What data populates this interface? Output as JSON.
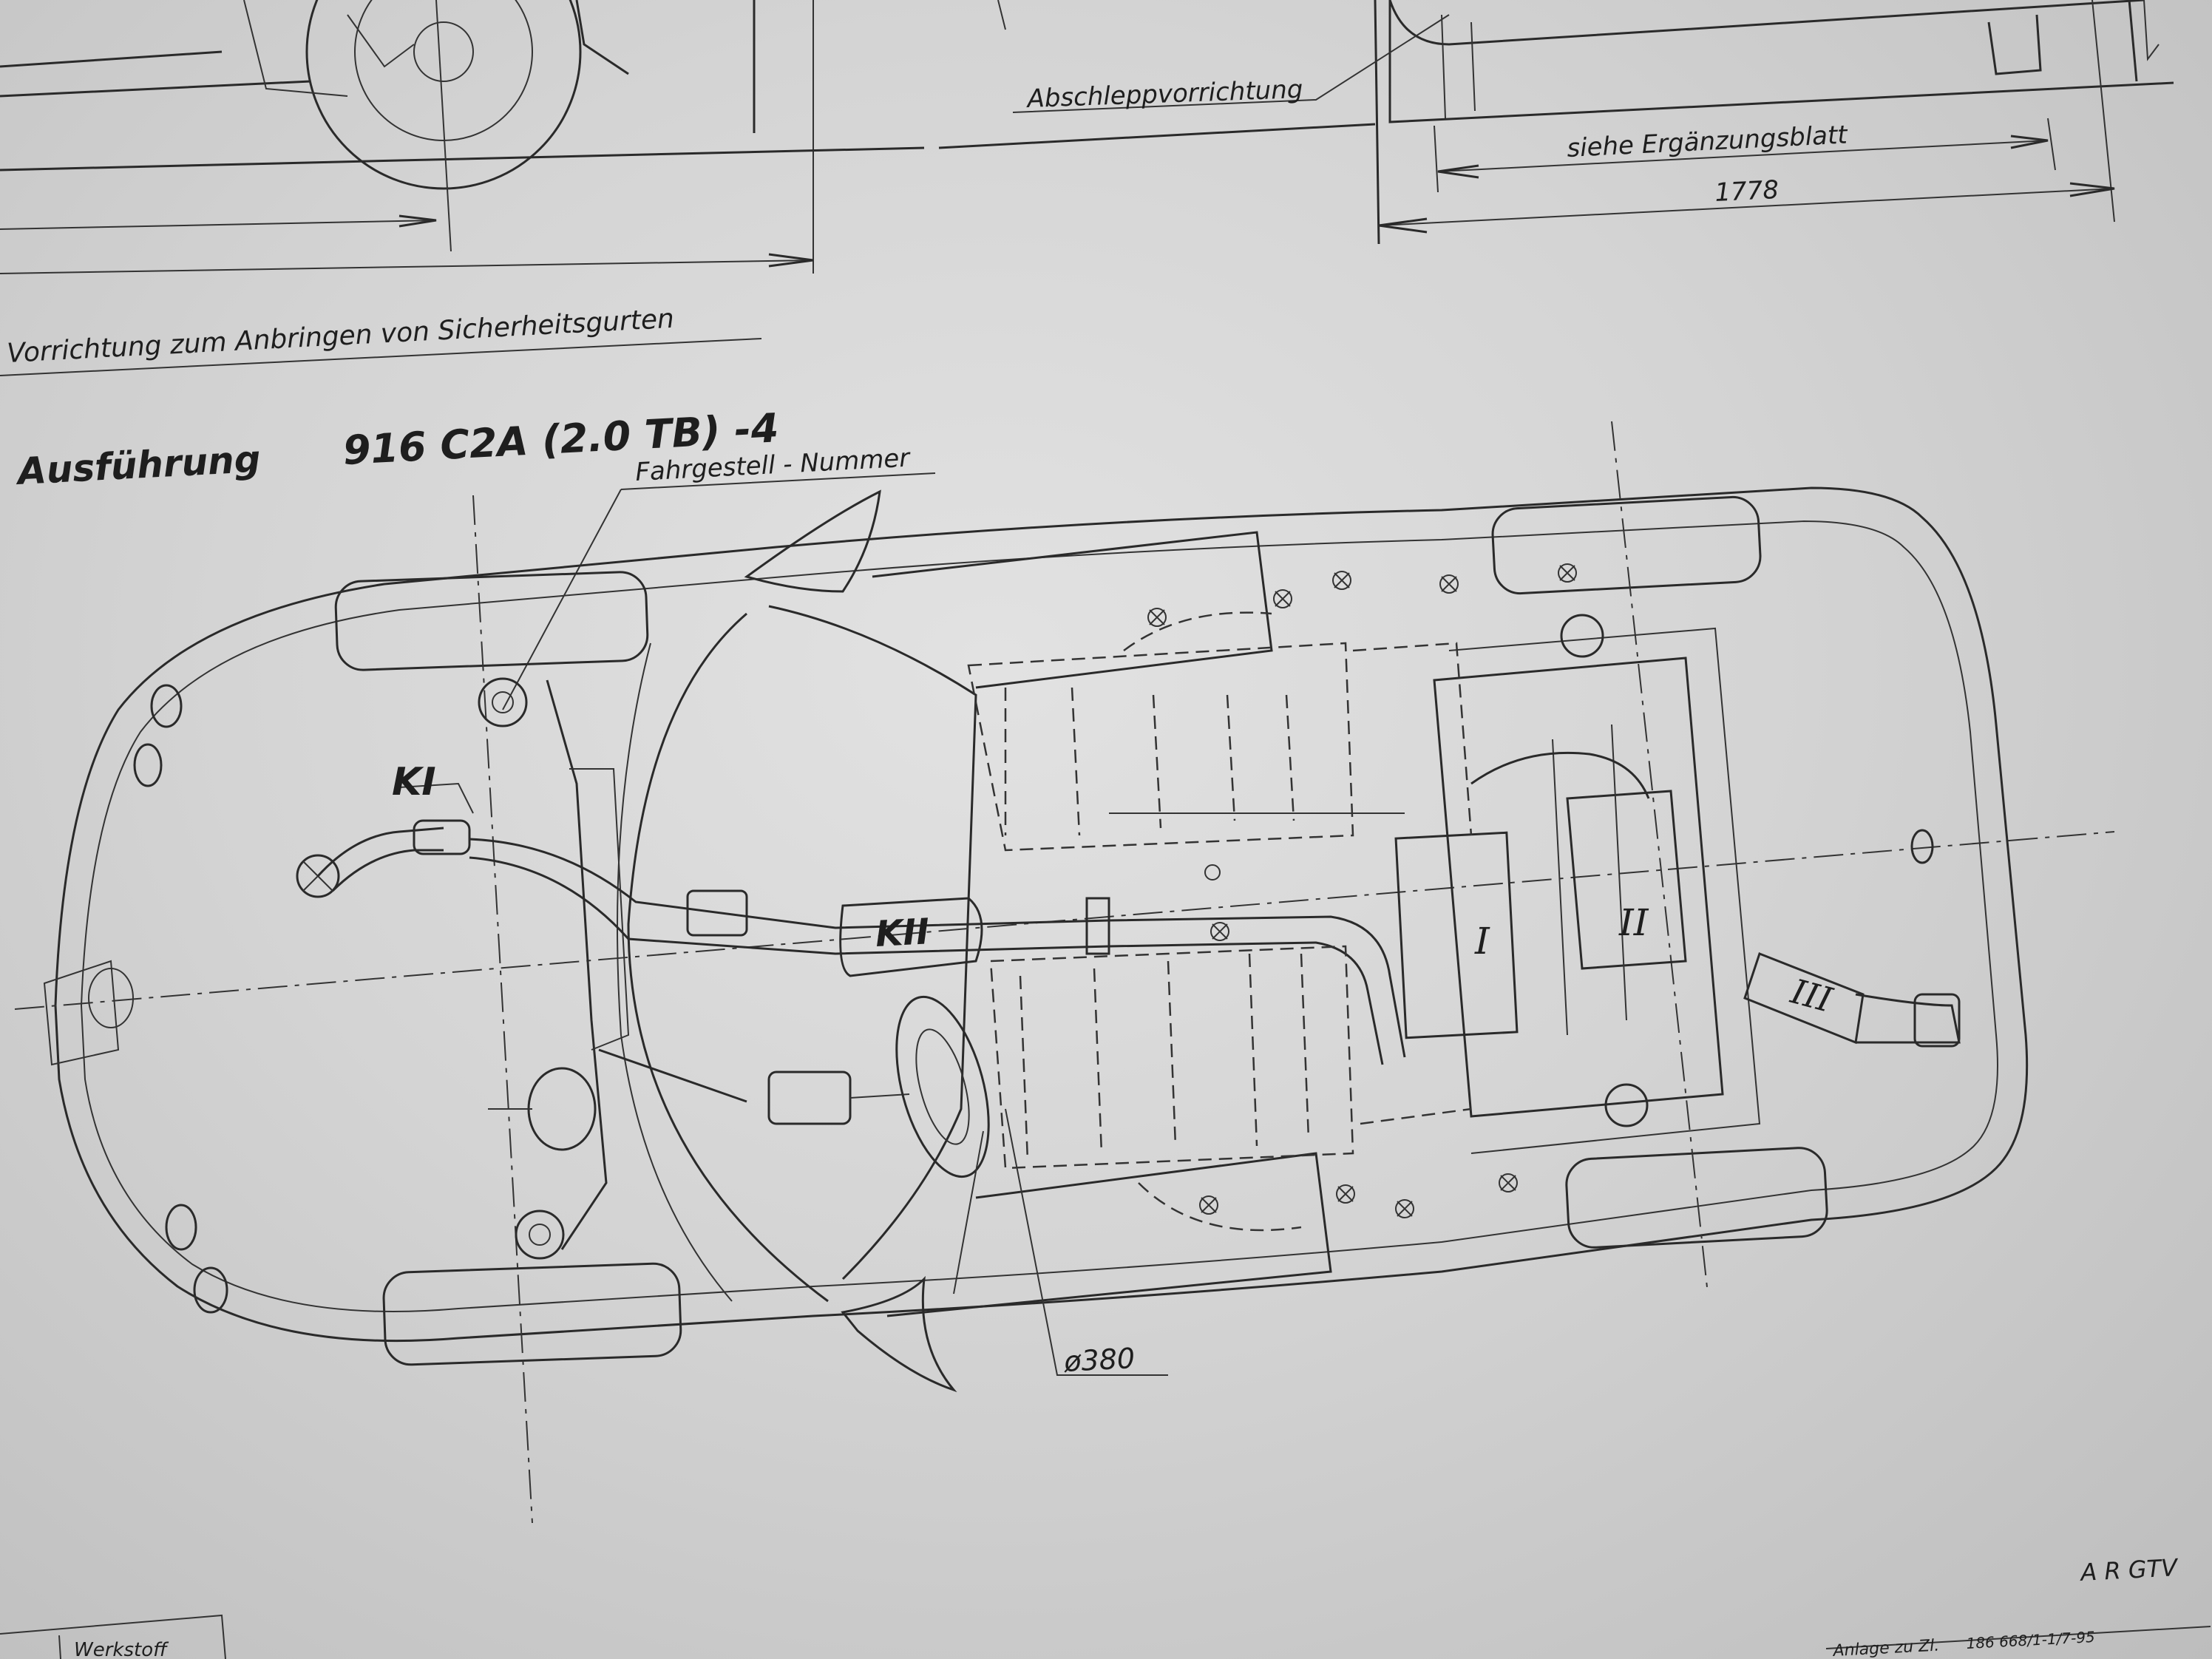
{
  "labels": {
    "abschlepp": "Abschleppvorrichtung",
    "ergaenzung": "siehe Ergänzungsblatt",
    "dim_1778": "1778",
    "sicherheitsgurten": "Vorrichtung zum Anbringen von Sicherheitsgurten",
    "ausfuehrung_word": "Ausführung",
    "ausfuehrung_model": "916 C2A (2.0 TB) -4",
    "fahrgestell": "Fahrgestell - Nummer",
    "ki": "KI",
    "kii": "KII",
    "roman_1": "I",
    "roman_2": "II",
    "roman_3": "III",
    "dia_380": "ø380",
    "ar_gtv": "A R  GTV",
    "werkstoff": "Werkstoff",
    "anlage": "Anlage zu Zl.",
    "anlage_no": "186 668/1-1/7-95"
  },
  "colors": {
    "paper": "#d4d4d4",
    "ink": "#2a2a2a"
  }
}
